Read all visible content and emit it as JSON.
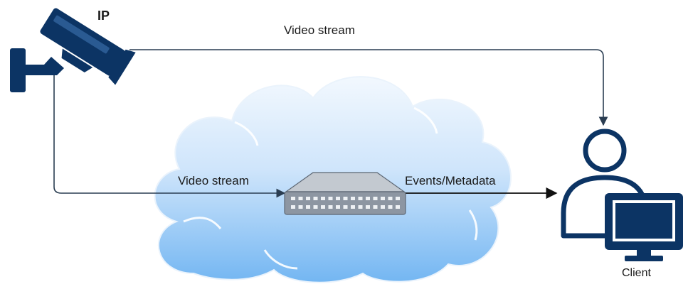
{
  "labels": {
    "camera": "IP",
    "top_connection": "Video stream",
    "cloud_connection": "Video stream",
    "output_connection": "Events/Metadata",
    "client": "Client"
  },
  "icons": {
    "camera": "ip-camera-icon",
    "cloud": "cloud-icon",
    "server": "network-switch-icon",
    "client_user": "user-icon",
    "client_monitor": "monitor-icon"
  },
  "colors": {
    "icon_navy": "#0c3464",
    "line_dark": "#2a3d52",
    "cloud_top": "#f2f8fe",
    "cloud_bottom": "#73b6f2",
    "server_body": "#8d96a2",
    "server_top": "#c3c9d0"
  }
}
